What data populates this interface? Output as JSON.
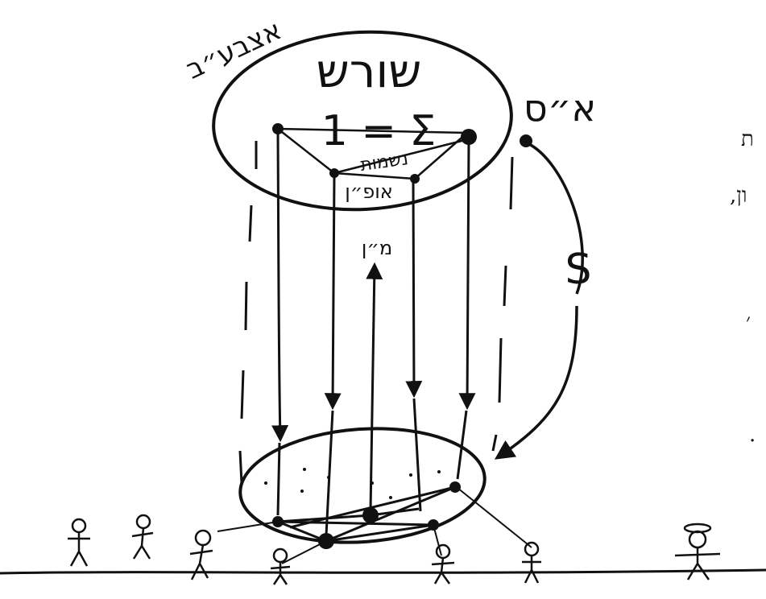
{
  "diagram": {
    "top_title": "שורש",
    "top_left_label": "אצבע״ב",
    "top_right_label": "א״ס",
    "formula": "1 = Σ",
    "formula_sub": "נשמות",
    "center_label": "אופ״ן",
    "arrow_up_label": "מ״ן",
    "curve_label": "S",
    "side_fragments": [
      "ת",
      "ון,",
      "׳",
      "."
    ]
  },
  "colors": {
    "ink": "#111111",
    "background": "#ffffff"
  }
}
